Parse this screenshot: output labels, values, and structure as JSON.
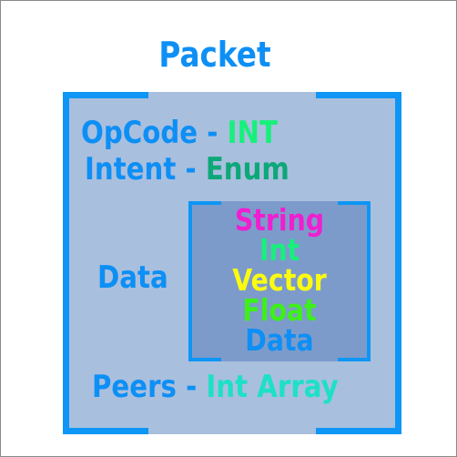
{
  "title": "Packet",
  "fields": {
    "opcode": {
      "name": "OpCode",
      "sep": " - ",
      "type": "INT"
    },
    "intent": {
      "name": "Intent",
      "sep": " - ",
      "type": "Enum"
    },
    "data": {
      "name": "Data"
    },
    "peers": {
      "name": "Peers",
      "sep": " - ",
      "type": "Int Array"
    }
  },
  "data_types": [
    {
      "label": "String",
      "color": "#f01ed0"
    },
    {
      "label": "Int",
      "color": "#17f07a"
    },
    {
      "label": "Vector",
      "color": "#fbfb10"
    },
    {
      "label": "Float",
      "color": "#3cf018"
    },
    {
      "label": "Data",
      "color": "#0d8ff5"
    }
  ],
  "colors": {
    "border": "#0d96f5",
    "outer_fill": "#a9bfde",
    "inner_fill": "#7c9bcb",
    "field_name": "#0d8ff5",
    "int_type": "#17f07a",
    "enum_type": "#0da878",
    "array_type": "#1de0c8"
  }
}
